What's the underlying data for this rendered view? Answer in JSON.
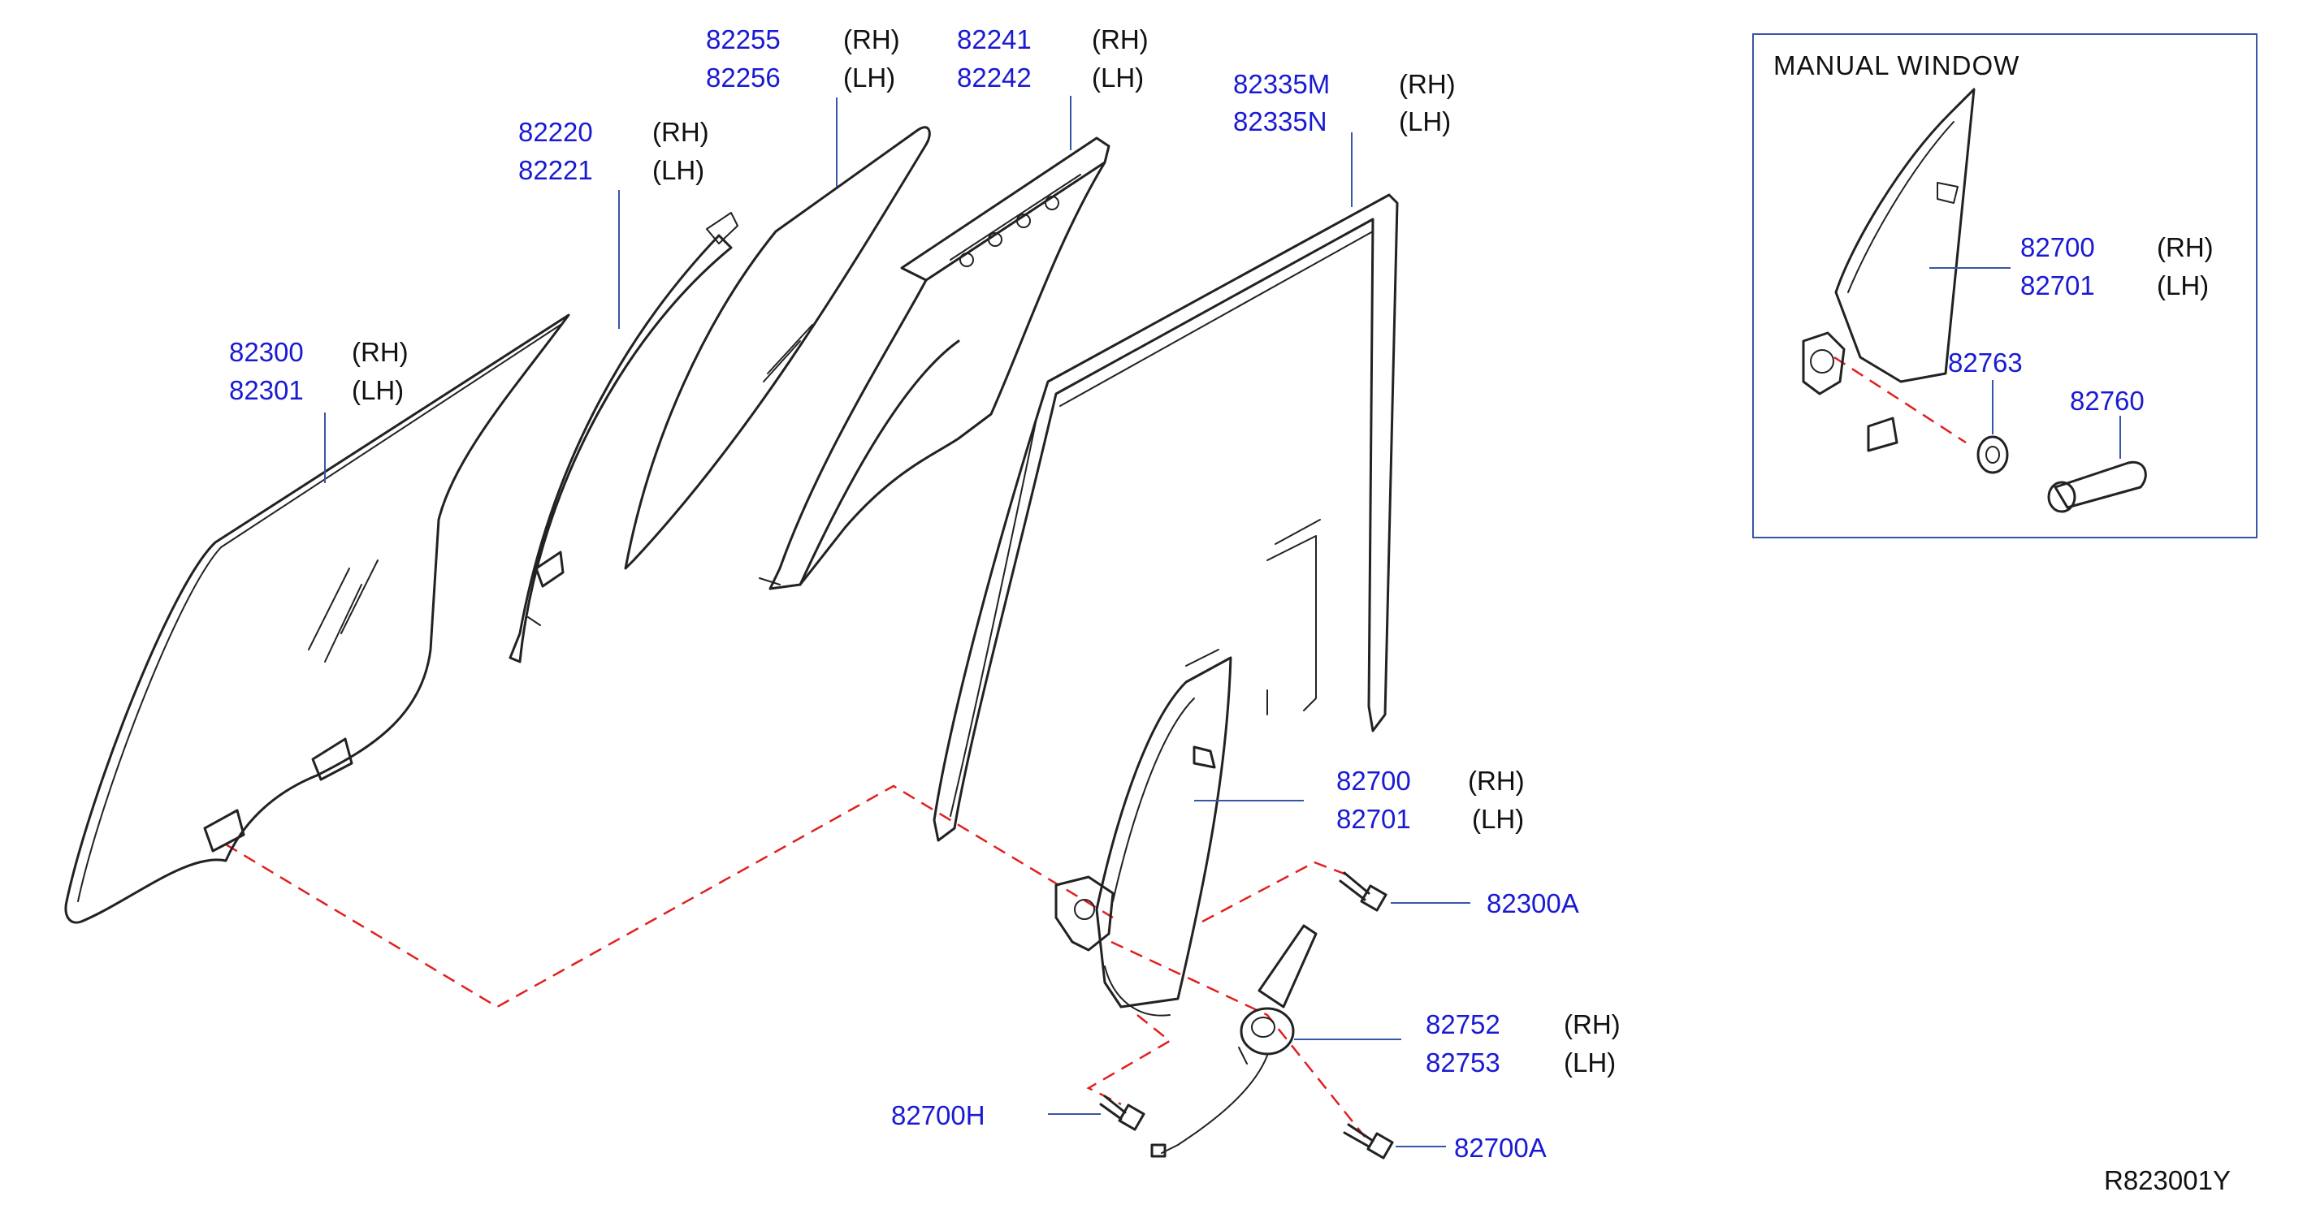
{
  "diagram": {
    "title": "MANUAL   WINDOW",
    "reference": "R823001Y",
    "colors": {
      "part_number": "#1a1ad4",
      "leader": "#3a55a8",
      "dash": "#e02020",
      "box": "#3a55a8"
    },
    "callouts": [
      {
        "id": "glass",
        "rh": "82300",
        "lh": "82301",
        "rh_side": "(RH)",
        "lh_side": "(LH)"
      },
      {
        "id": "sash",
        "rh": "82220",
        "lh": "82221",
        "rh_side": "(RH)",
        "lh_side": "(LH)"
      },
      {
        "id": "corner-glass",
        "rh": "82255",
        "lh": "82256",
        "rh_side": "(RH)",
        "lh_side": "(LH)"
      },
      {
        "id": "corner-seal",
        "rh": "82241",
        "lh": "82242",
        "rh_side": "(RH)",
        "lh_side": "(LH)"
      },
      {
        "id": "run-channel",
        "rh": "82335M",
        "lh": "82335N",
        "rh_side": "(RH)",
        "lh_side": "(LH)"
      },
      {
        "id": "regulator",
        "rh": "82700",
        "lh": "82701",
        "rh_side": "(RH)",
        "lh_side": "(LH)"
      },
      {
        "id": "motor",
        "rh": "82752",
        "lh": "82753",
        "rh_side": "(RH)",
        "lh_side": "(LH)"
      },
      {
        "id": "manual-regulator",
        "rh": "82700",
        "lh": "82701",
        "rh_side": "(RH)",
        "lh_side": "(LH)"
      }
    ],
    "singles": {
      "bolt_a": "82300A",
      "bolt_h": "82700H",
      "bolt_700a": "82700A",
      "escutcheon": "82763",
      "handle": "82760"
    }
  }
}
